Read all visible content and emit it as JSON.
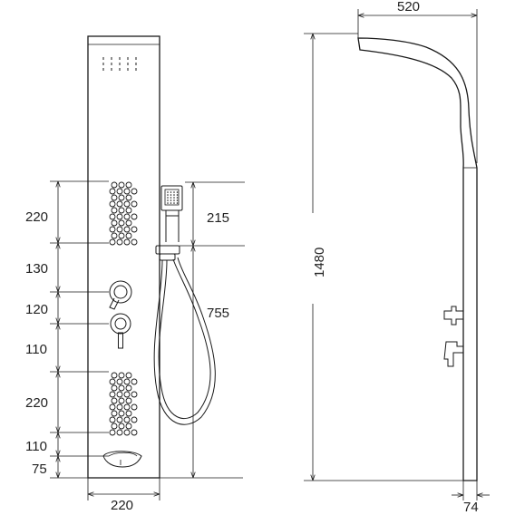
{
  "front_view": {
    "dimensions": {
      "left_stack": [
        "220",
        "130",
        "120",
        "110",
        "220",
        "110",
        "75"
      ],
      "handshower_height": "215",
      "hose_outlet_height": "755",
      "width": "220"
    }
  },
  "side_view": {
    "dimensions": {
      "total_height": "1480",
      "projection": "520",
      "depth": "74"
    }
  },
  "colors": {
    "line": "#1a1a1a",
    "background": "#ffffff"
  }
}
